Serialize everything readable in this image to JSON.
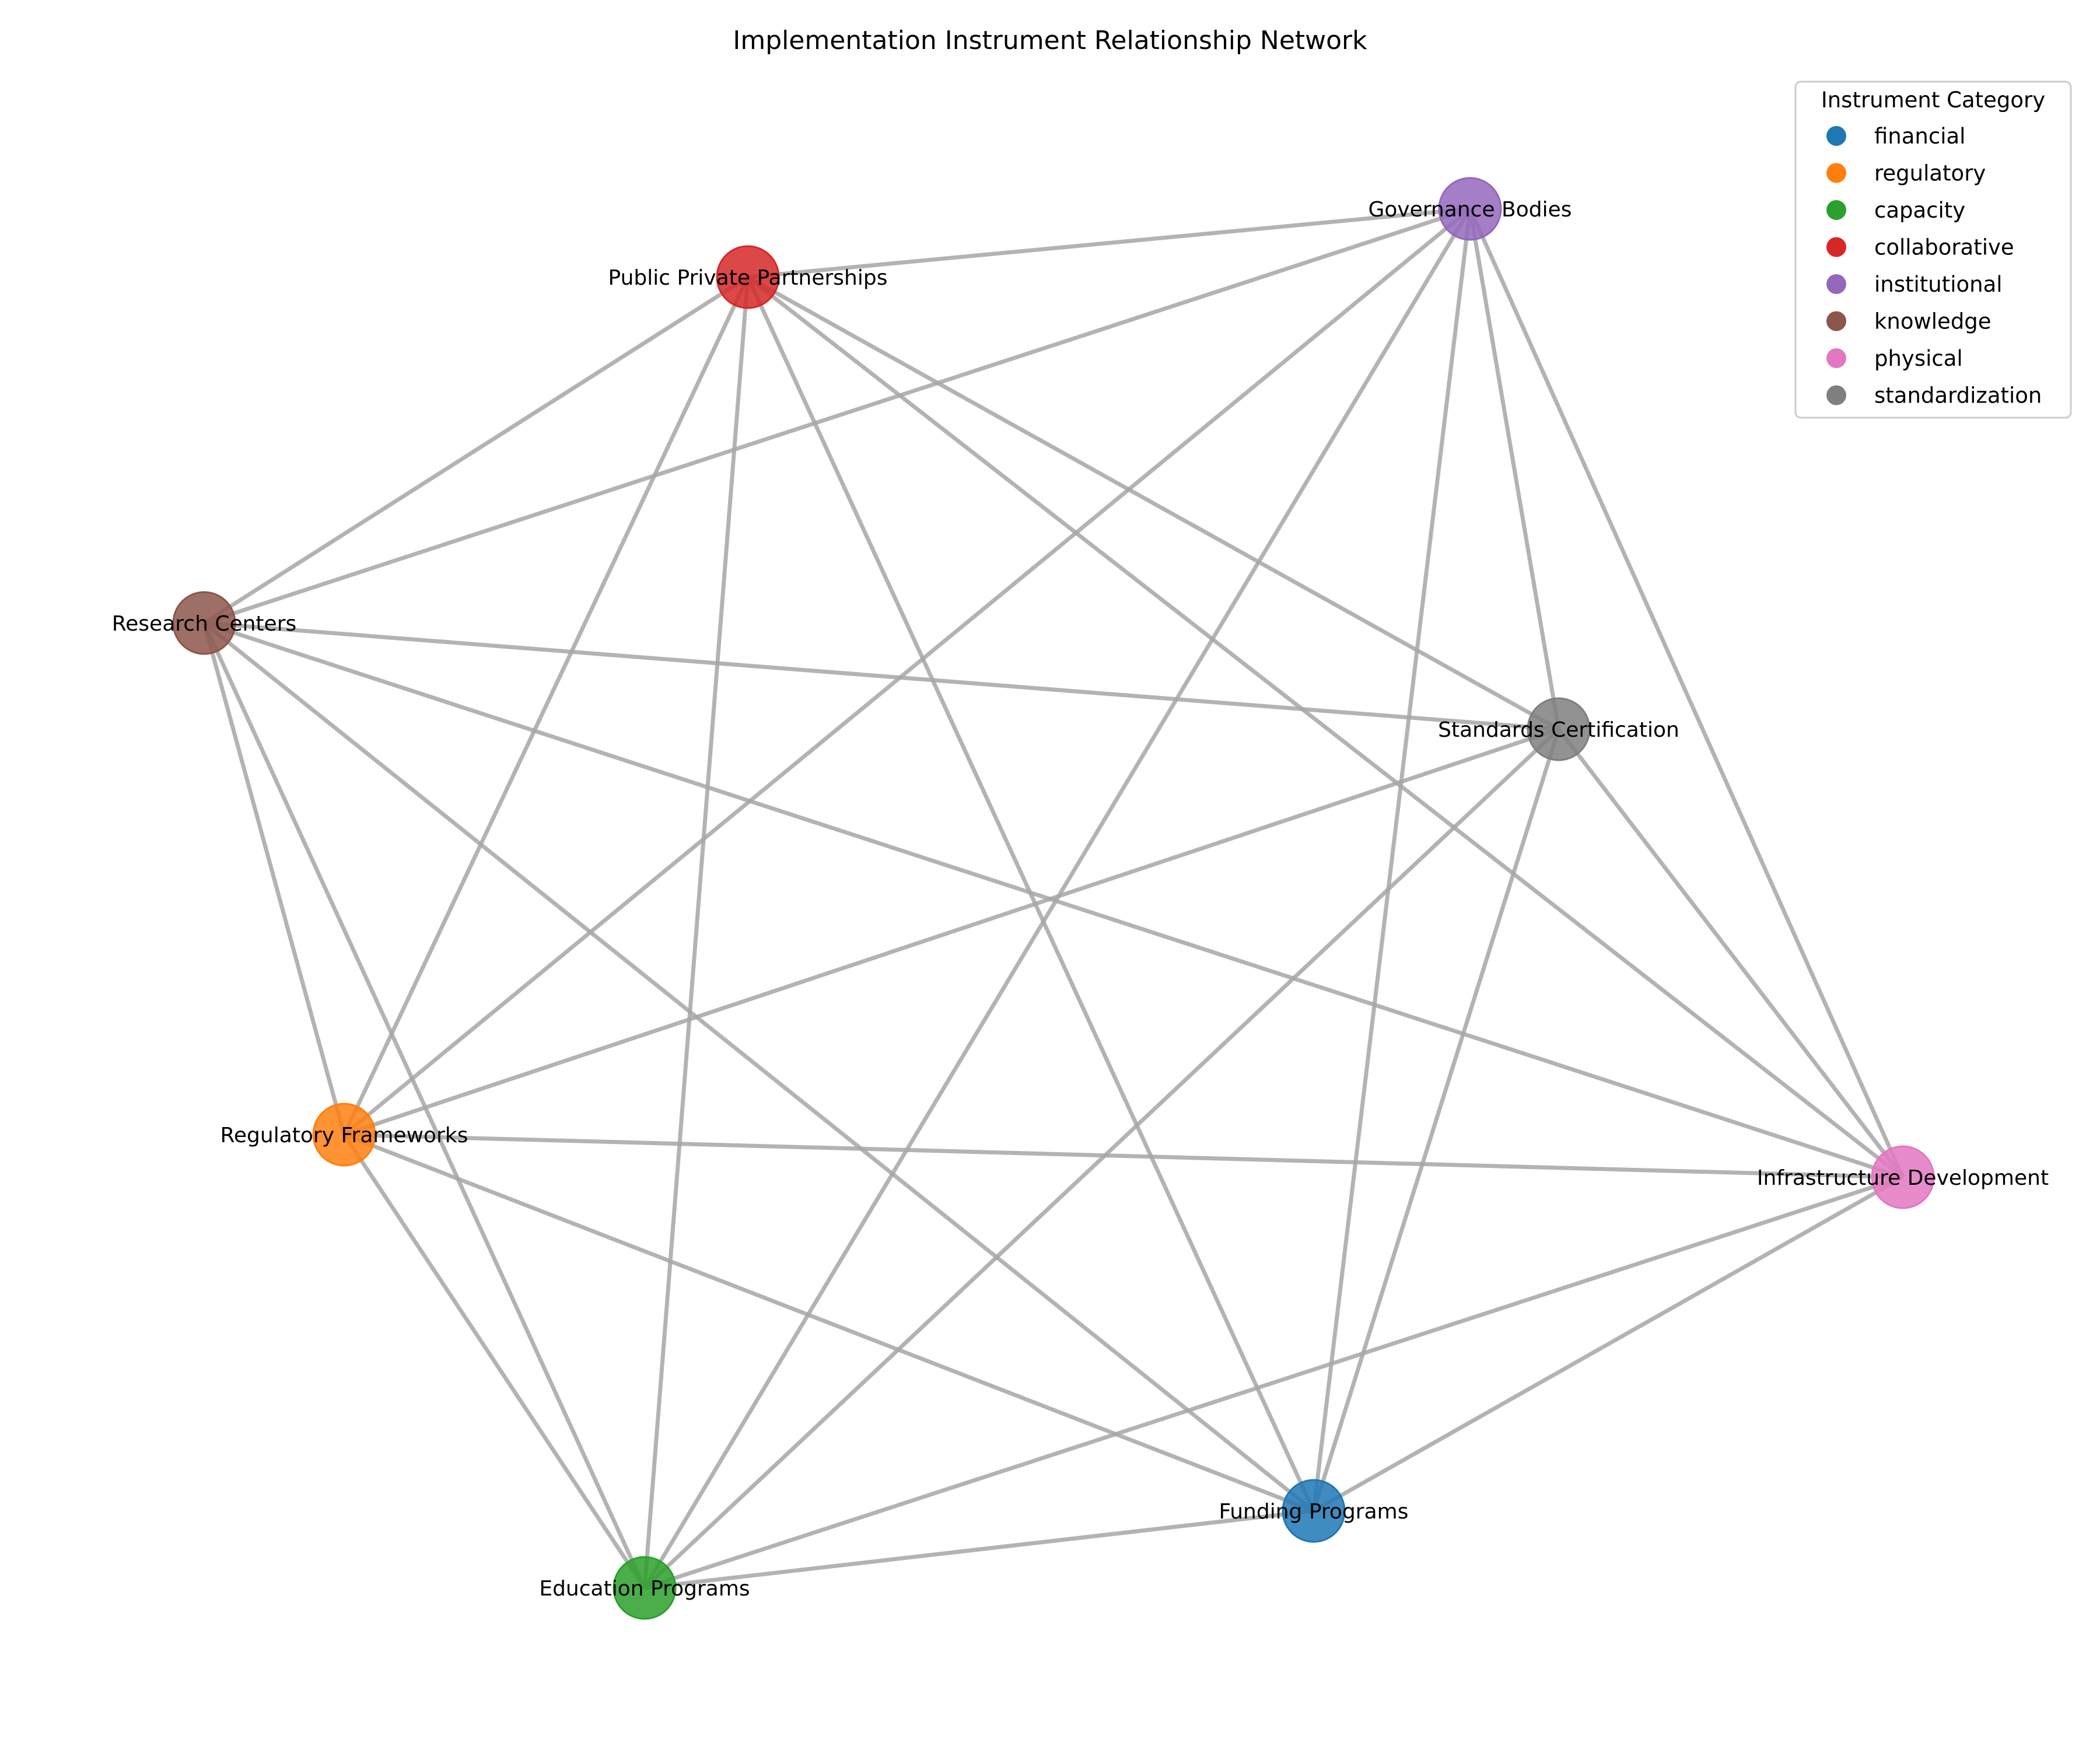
{
  "title": "Implementation Instrument Relationship Network",
  "legend": {
    "title": "Instrument Category",
    "items": [
      {
        "label": "financial",
        "color": "#1f77b4"
      },
      {
        "label": "regulatory",
        "color": "#ff7f0e"
      },
      {
        "label": "capacity",
        "color": "#2ca02c"
      },
      {
        "label": "collaborative",
        "color": "#d62728"
      },
      {
        "label": "institutional",
        "color": "#9467bd"
      },
      {
        "label": "knowledge",
        "color": "#8c564b"
      },
      {
        "label": "physical",
        "color": "#e377c2"
      },
      {
        "label": "standardization",
        "color": "#7f7f7f"
      }
    ]
  },
  "nodes": [
    {
      "id": "ppp",
      "label": "Public Private Partnerships",
      "category": "collaborative",
      "color": "#d62728"
    },
    {
      "id": "gov",
      "label": "Governance Bodies",
      "category": "institutional",
      "color": "#9467bd"
    },
    {
      "id": "res",
      "label": "Research Centers",
      "category": "knowledge",
      "color": "#8c564b"
    },
    {
      "id": "std",
      "label": "Standards Certification",
      "category": "standardization",
      "color": "#7f7f7f"
    },
    {
      "id": "reg",
      "label": "Regulatory Frameworks",
      "category": "regulatory",
      "color": "#ff7f0e"
    },
    {
      "id": "inf",
      "label": "Infrastructure Development",
      "category": "physical",
      "color": "#e377c2"
    },
    {
      "id": "fund",
      "label": "Funding Programs",
      "category": "financial",
      "color": "#1f77b4"
    },
    {
      "id": "edu",
      "label": "Education Programs",
      "category": "capacity",
      "color": "#2ca02c"
    }
  ],
  "edges": [
    [
      "ppp",
      "gov"
    ],
    [
      "ppp",
      "res"
    ],
    [
      "ppp",
      "reg"
    ],
    [
      "ppp",
      "edu"
    ],
    [
      "ppp",
      "fund"
    ],
    [
      "ppp",
      "std"
    ],
    [
      "ppp",
      "inf"
    ],
    [
      "gov",
      "res"
    ],
    [
      "gov",
      "reg"
    ],
    [
      "gov",
      "edu"
    ],
    [
      "gov",
      "fund"
    ],
    [
      "gov",
      "std"
    ],
    [
      "gov",
      "inf"
    ],
    [
      "res",
      "std"
    ],
    [
      "res",
      "reg"
    ],
    [
      "res",
      "edu"
    ],
    [
      "res",
      "fund"
    ],
    [
      "res",
      "inf"
    ],
    [
      "std",
      "reg"
    ],
    [
      "std",
      "edu"
    ],
    [
      "std",
      "fund"
    ],
    [
      "std",
      "inf"
    ],
    [
      "reg",
      "inf"
    ],
    [
      "reg",
      "edu"
    ],
    [
      "reg",
      "fund"
    ],
    [
      "inf",
      "edu"
    ],
    [
      "inf",
      "fund"
    ],
    [
      "fund",
      "edu"
    ]
  ]
}
